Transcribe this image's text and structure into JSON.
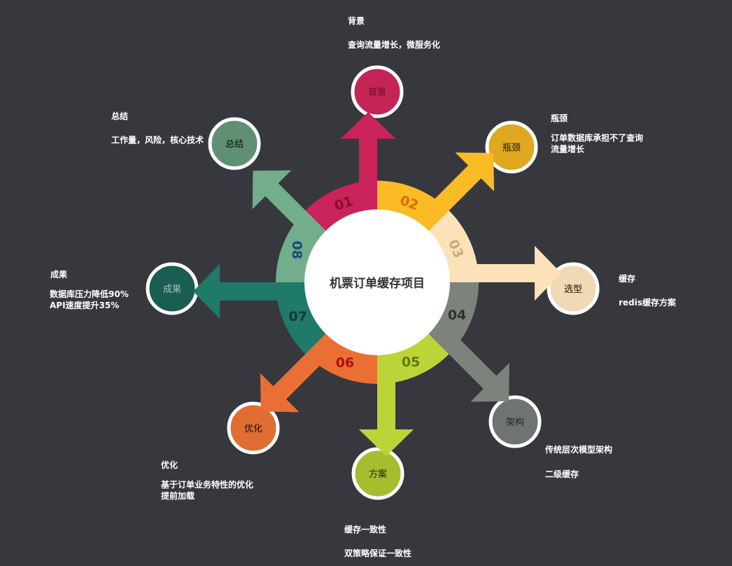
{
  "center": {
    "title": "机票订单缓存项目",
    "fill": "#ffffff",
    "text_color": "#333333"
  },
  "nodes": [
    {
      "num": "01",
      "label": "背景",
      "title": "背景",
      "desc": [
        "查询流量增长，微服务化"
      ],
      "color": "#c9235a",
      "circle": "#c42556",
      "num_color": "#8b0c2e",
      "label_color": "#6d1430"
    },
    {
      "num": "02",
      "label": "瓶颈",
      "title": "瓶颈",
      "desc": [
        "订单数据库承担不了查询",
        "流量增长"
      ],
      "color": "#fbbb24",
      "circle": "#e0a820",
      "num_color": "#e06a10",
      "label_color": "#3a2c05"
    },
    {
      "num": "03",
      "label": "选型",
      "title": "缓存",
      "desc": [
        "redis缓存方案"
      ],
      "color": "#fbe2b9",
      "circle": "#f2d9b5",
      "num_color": "#c9a87a",
      "label_color": "#3a2a15"
    },
    {
      "num": "04",
      "label": "架构",
      "title": "",
      "desc": [
        "传统层次模型架构",
        "二级缓存"
      ],
      "color": "#7d827d",
      "circle": "#707471",
      "num_color": "#2e302e",
      "label_color": "#2e302e"
    },
    {
      "num": "05",
      "label": "方案",
      "title": "缓存一致性",
      "desc": [
        "双策略保证一致性"
      ],
      "color": "#bcd437",
      "circle": "#a7bc2f",
      "num_color": "#5a7a10",
      "label_color": "#2e3a08"
    },
    {
      "num": "06",
      "label": "优化",
      "title": "优化",
      "desc": [
        "基于订单业务特性的优化",
        "提前加载"
      ],
      "color": "#ea6f34",
      "circle": "#e06d32",
      "num_color": "#b01010",
      "label_color": "#3a1a0a"
    },
    {
      "num": "07",
      "label": "成果",
      "title": "成果",
      "desc": [
        "数据库压力降低90%",
        "API速度提升35%"
      ],
      "color": "#1f7a6a",
      "circle": "#195e52",
      "num_color": "#1b3a35",
      "label_color": "#9ab8b2"
    },
    {
      "num": "08",
      "label": "总结",
      "title": "总结",
      "desc": [
        "工作量，风险，核心技术"
      ],
      "color": "#72ad8c",
      "circle": "#5f9073",
      "num_color": "#134a80",
      "label_color": "#0f1f16"
    }
  ],
  "background": "#37383d"
}
